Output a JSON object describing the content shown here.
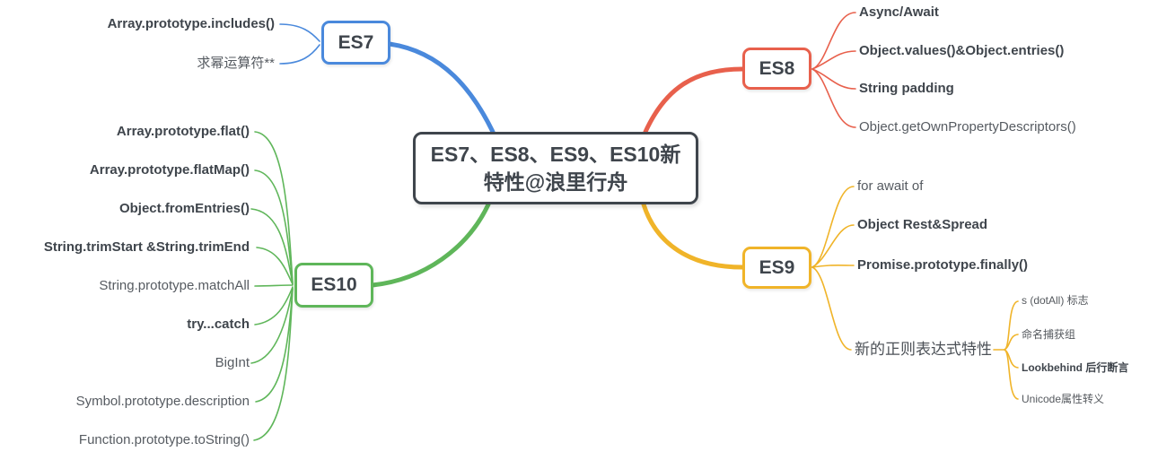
{
  "center": {
    "title_line1": "ES7、ES8、ES9、ES10新",
    "title_line2": "特性@浪里行舟"
  },
  "colors": {
    "es7_blue": "#4a89dc",
    "es8_red": "#e8604c",
    "es9_yellow": "#f0b429",
    "es10_green": "#5fb65a",
    "text_dark": "#3f454c",
    "text_regular": "#565b61",
    "node_bg": "#ffffff"
  },
  "branches": {
    "es7": {
      "label": "ES7",
      "items": [
        {
          "label": "Array.prototype.includes()"
        },
        {
          "label": "求幂运算符**"
        }
      ]
    },
    "es8": {
      "label": "ES8",
      "items": [
        {
          "label": "Async/Await"
        },
        {
          "label": "Object.values()&Object.entries()"
        },
        {
          "label": "String padding"
        },
        {
          "label": "Object.getOwnPropertyDescriptors()"
        }
      ]
    },
    "es9": {
      "label": "ES9",
      "items": [
        {
          "label": "for await of"
        },
        {
          "label": "Object Rest&Spread"
        },
        {
          "label": "Promise.prototype.finally()"
        },
        {
          "label": "新的正则表达式特性",
          "children": [
            {
              "label": "s (dotAll) 标志"
            },
            {
              "label": "命名捕获组"
            },
            {
              "label": "Lookbehind 后行断言"
            },
            {
              "label": "Unicode属性转义"
            }
          ]
        }
      ]
    },
    "es10": {
      "label": "ES10",
      "items": [
        {
          "label": "Array.prototype.flat()"
        },
        {
          "label": "Array.prototype.flatMap()"
        },
        {
          "label": "Object.fromEntries()"
        },
        {
          "label": "String.trimStart &String.trimEnd"
        },
        {
          "label": "String.prototype.matchAll"
        },
        {
          "label": "try...catch"
        },
        {
          "label": "BigInt"
        },
        {
          "label": "Symbol.prototype.description"
        },
        {
          "label": "Function.prototype.toString()"
        }
      ]
    }
  }
}
